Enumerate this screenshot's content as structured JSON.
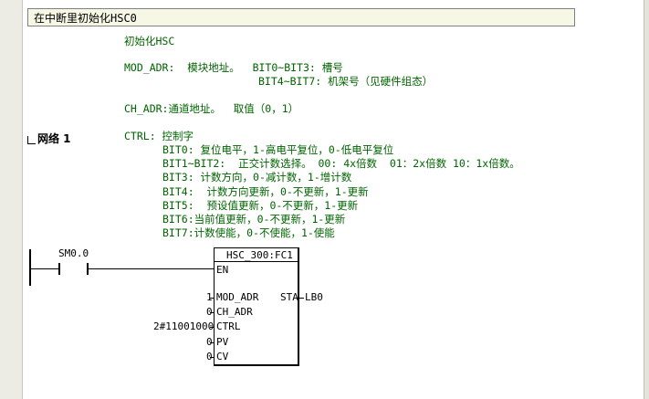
{
  "title_bar": "在中断里初始化HSC0",
  "comments": {
    "line1": "初始化HSC",
    "mod_adr": "MOD_ADR:  模块地址。  BIT0~BIT3: 槽号",
    "mod_adr_2": "BIT4~BIT7: 机架号（见硬件组态）",
    "ch_adr": "CH_ADR:通道地址。  取值（0，1）",
    "ctrl": "CTRL: 控制字",
    "bit0": "BIT0: 复位电平，1-高电平复位，0-低电平复位",
    "bit1_2": "BIT1~BIT2:  正交计数选择。 00: 4x倍数  01：2x倍数 10：1x倍数。",
    "bit3": "BIT3: 计数方向，0-减计数，1-增计数",
    "bit4": "BIT4:  计数方向更新，0-不更新，1-更新",
    "bit5": "BIT5:  预设值更新，0-不更新，1-更新",
    "bit6": "BIT6:当前值更新，0-不更新，1-更新",
    "bit7": "BIT7:计数使能，0-不使能，1-使能"
  },
  "network": {
    "label": "网络 1"
  },
  "ladder": {
    "contact_label": "SM0.0",
    "block_title": "HSC_300:FC1",
    "en": "EN",
    "inputs": [
      {
        "value": "1",
        "pin": "MOD_ADR"
      },
      {
        "value": "0",
        "pin": "CH_ADR"
      },
      {
        "value": "2#11001000",
        "pin": "CTRL"
      },
      {
        "value": "0",
        "pin": "PV"
      },
      {
        "value": "0",
        "pin": "CV"
      }
    ],
    "output_pin": "STA",
    "output_value": "LB0"
  }
}
